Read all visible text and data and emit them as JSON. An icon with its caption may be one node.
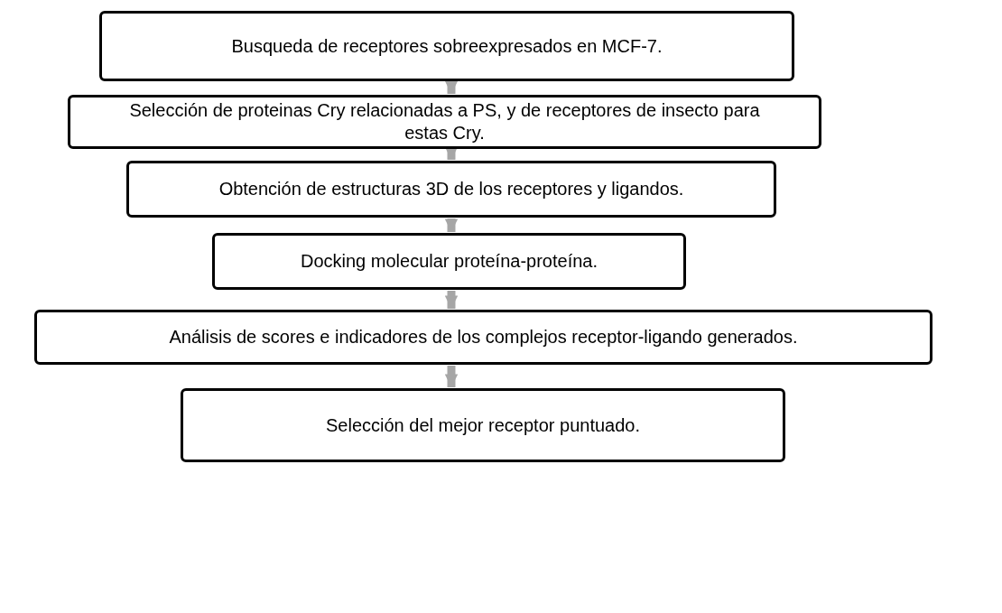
{
  "diagram": {
    "nodes": [
      {
        "text": [
          "Busqueda de receptores sobreexpresados en MCF-7."
        ]
      },
      {
        "text": [
          "Selección de proteinas Cry relacionadas a PS, y de receptores de insecto para estas Cry."
        ]
      },
      {
        "text": [
          "Obtención de estructuras 3D de los receptores y ligandos."
        ]
      },
      {
        "text": [
          "Docking molecular proteína-proteína."
        ]
      },
      {
        "text": [
          "Análisis de scores e indicadores de los complejos receptor-ligando generados."
        ]
      },
      {
        "text": [
          "Selección del mejor receptor puntuado."
        ]
      }
    ],
    "edges": [
      {
        "from": 0,
        "to": 1,
        "arrow": "to"
      },
      {
        "from": 1,
        "to": 2,
        "arrow": "to"
      },
      {
        "from": 2,
        "to": 3,
        "arrow": "to"
      },
      {
        "from": 3,
        "to": 4,
        "arrow": "to"
      },
      {
        "from": 4,
        "to": 5,
        "arrow": "to"
      }
    ]
  }
}
